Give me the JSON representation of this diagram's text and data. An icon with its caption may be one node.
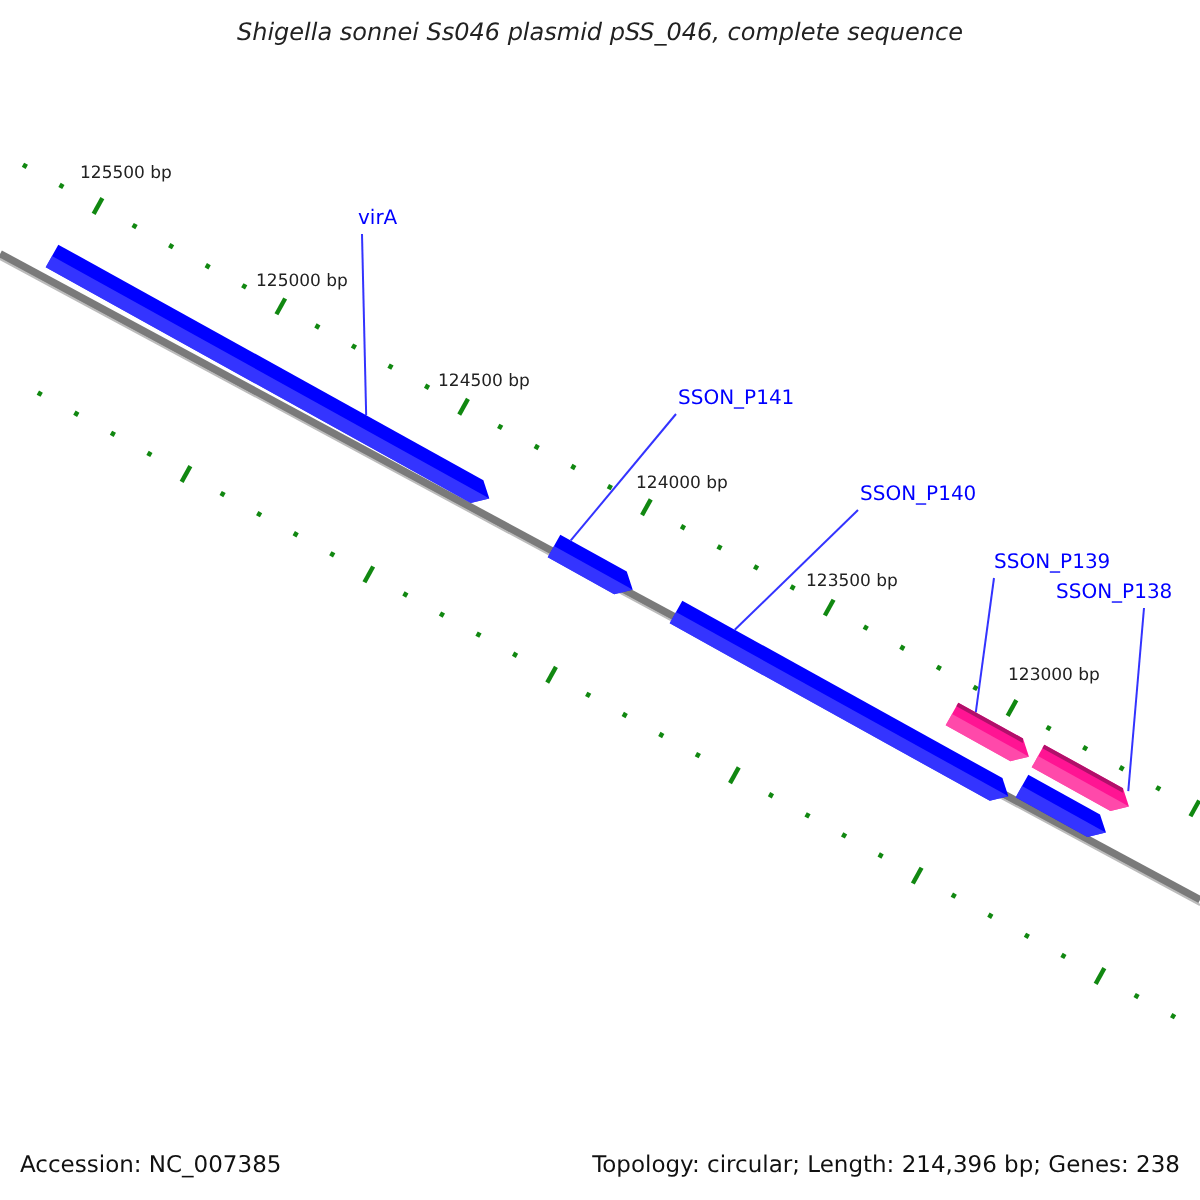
{
  "diagram": {
    "title": "Shigella sonnei Ss046 plasmid pSS_046, complete sequence",
    "nodes": [
      {
        "text": [
          "virA"
        ]
      },
      {
        "text": [
          "SSON_P141"
        ]
      },
      {
        "text": [
          "SSON_P140"
        ]
      },
      {
        "text": [
          "SSON_P139"
        ]
      },
      {
        "text": [
          "SSON_P138"
        ]
      },
      {
        "text": [],
        "shape": "arrow"
      },
      {
        "text": [],
        "shape": "arrow"
      },
      {
        "text": [],
        "shape": "arrow"
      },
      {
        "text": [],
        "shape": "arrow"
      },
      {
        "text": [],
        "shape": "arrow"
      },
      {
        "text": [],
        "shape": "arrow"
      }
    ],
    "edges": [
      {
        "from": 0,
        "to": 5,
        "arrow": "none"
      },
      {
        "from": 1,
        "to": 6,
        "arrow": "none"
      },
      {
        "from": 2,
        "to": 7,
        "arrow": "none"
      },
      {
        "from": 3,
        "to": 8,
        "arrow": "none"
      },
      {
        "from": 4,
        "to": 9,
        "arrow": "none"
      }
    ],
    "labels": [
      "125500 bp",
      "125000 bp",
      "124500 bp",
      "124000 bp",
      "123500 bp",
      "123000 bp",
      "Accession: NC_007385",
      "Topology: circular; Length: 214,396 bp; Genes: 238"
    ]
  }
}
